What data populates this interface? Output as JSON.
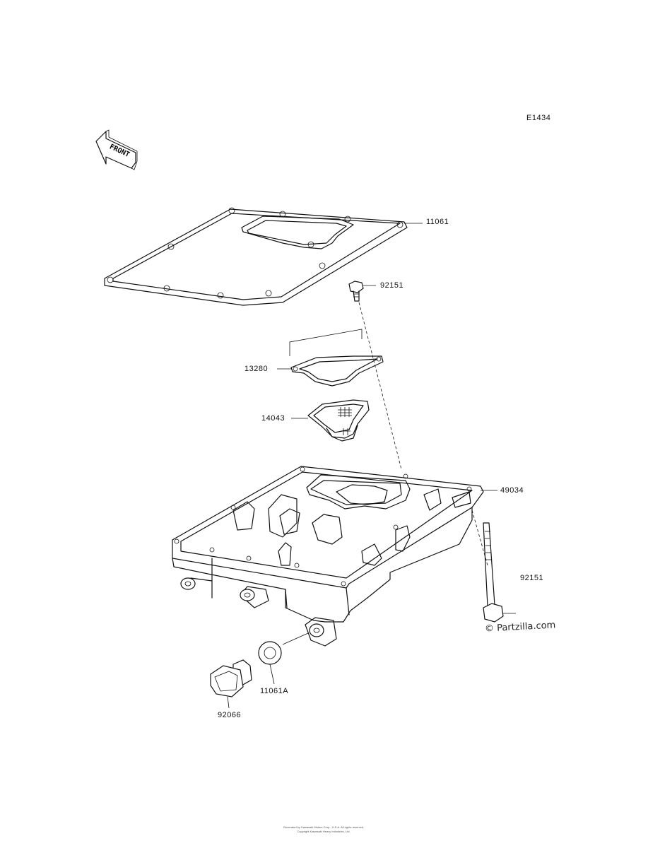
{
  "diagram_code": "E1434",
  "front_marker": "FRONT",
  "parts": {
    "gasket_oil_pan": "11061",
    "bolt_upper": "92151",
    "gasket_screen": "13280",
    "oil_screen": "14043",
    "oil_pan": "49034",
    "bolt_side": "92151",
    "washer": "11061A",
    "drain_plug": "92066"
  },
  "watermark": "© Partzilla.com",
  "footer_line1": "Generated by Kawasaki Motors Corp., U.S.A. All rights reserved.",
  "footer_line2": "Copyright Kawasaki Heavy Industries, Ltd."
}
